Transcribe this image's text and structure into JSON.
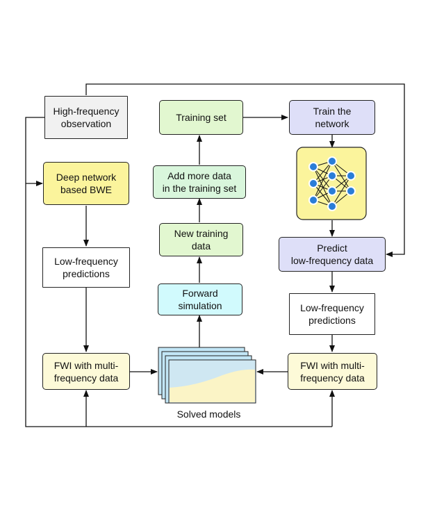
{
  "nodes": {
    "hf_obs": "High-frequency\nobservation",
    "deep_bwe": "Deep network\nbased BWE",
    "lf_pred_left": "Low-frequency\npredictions",
    "fwi_left": "FWI with multi-\nfrequency data",
    "training_set": "Training set",
    "add_data": "Add more data\nin the training set",
    "new_training": "New training\ndata",
    "forward_sim": "Forward\nsimulation",
    "train_network": "Train the\nnetwork",
    "predict_lf": "Predict\nlow-frequency data",
    "lf_pred_right": "Low-frequency\npredictions",
    "fwi_right": "FWI with multi-\nfrequency data"
  },
  "solved_models_label": "Solved models",
  "colors": {
    "gray": "#f1f1f1",
    "yellow": "#fbf49c",
    "cream": "#fdfad8",
    "green": "#e2f7d0",
    "blue": "#d1fafd",
    "lavender": "#dedff8",
    "network_box": "#fbf49c",
    "network_node": "#2a7dd8"
  },
  "icons": [
    "neural-network-icon",
    "stacked-models-icon"
  ]
}
